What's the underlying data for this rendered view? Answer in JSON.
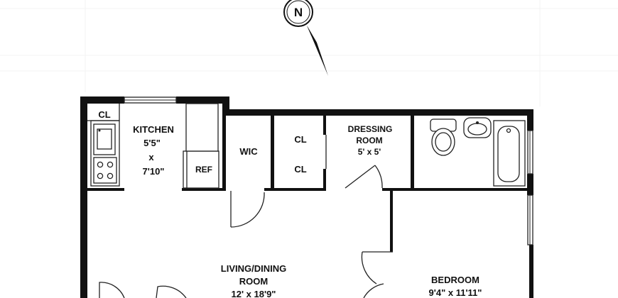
{
  "compass": {
    "letter": "N"
  },
  "rooms": {
    "closet_kitchen": {
      "label": "CL"
    },
    "kitchen": {
      "name": "KITCHEN",
      "dim_w": "5'5\"",
      "dim_x": "x",
      "dim_h": "7'10\""
    },
    "ref": {
      "label": "REF"
    },
    "wic": {
      "label": "WIC"
    },
    "closet_upper": {
      "label": "CL"
    },
    "closet_lower": {
      "label": "CL"
    },
    "dressing": {
      "name_line1": "DRESSING",
      "name_line2": "ROOM",
      "dims": "5' x 5'"
    },
    "living": {
      "name_line1": "LIVING/DINING",
      "name_line2": "ROOM",
      "dims": "12' x 18'9\""
    },
    "bedroom": {
      "name": "BEDROOM",
      "dims": "9'4\" x 11'11\""
    }
  }
}
